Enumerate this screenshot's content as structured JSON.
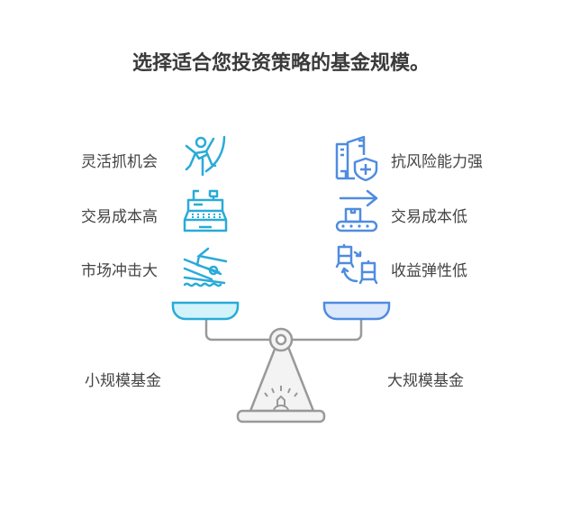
{
  "title": "选择适合您投资策略的基金规模。",
  "left": {
    "name": "小规模基金",
    "items": [
      {
        "label": "灵活抓机会",
        "icon": "acrobat-person-icon"
      },
      {
        "label": "交易成本高",
        "icon": "cash-register-icon"
      },
      {
        "label": "市场冲击大",
        "icon": "capsizing-boat-icon"
      }
    ],
    "color": "#29abd8",
    "pan_fill": "#d3f3fb"
  },
  "right": {
    "name": "大规模基金",
    "items": [
      {
        "label": "抗风险能力强",
        "icon": "building-shield-icon"
      },
      {
        "label": "交易成本低",
        "icon": "conveyor-box-icon"
      },
      {
        "label": "收益弹性低",
        "icon": "train-exchange-icon"
      }
    ],
    "color": "#4f8ce0",
    "pan_fill": "#dce8fc"
  }
}
